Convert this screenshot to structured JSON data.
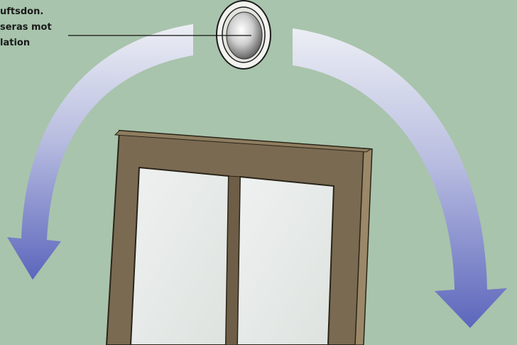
{
  "callout": {
    "lines": [
      "uftsdon.",
      "seras mot",
      "lation"
    ]
  },
  "colors": {
    "background": "#a8c4ac",
    "arrow_light": "#e6e8f2",
    "arrow_dark": "#6670c0",
    "door_frame": "#7a6a52",
    "glass": "#e8ecea",
    "vent_ring": "#f2f2ee"
  },
  "icons": {
    "vent": "air-vent-icon",
    "arrows": "airflow-arrow-icon"
  }
}
